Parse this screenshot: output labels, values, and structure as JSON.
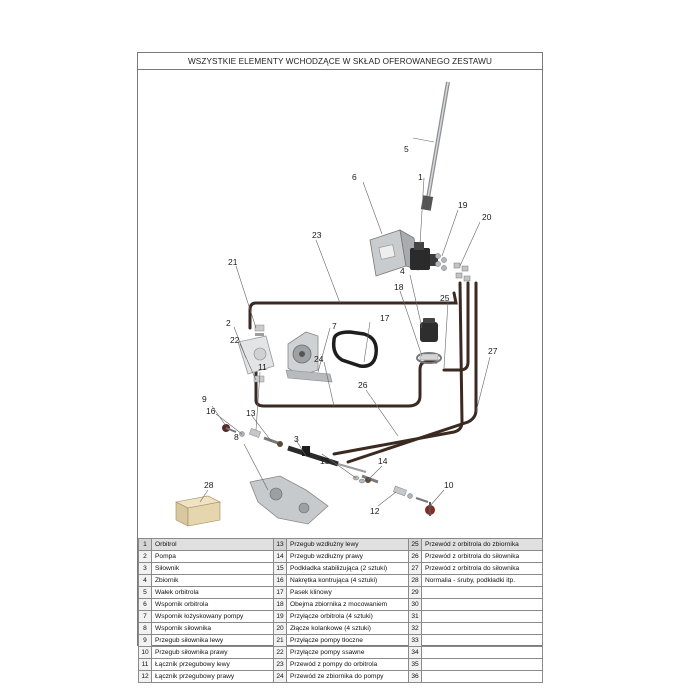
{
  "header": {
    "title": "WSZYSTKIE ELEMENTY WCHODZĄCE W SKŁAD OFEROWANEGO ZESTAWU"
  },
  "callouts": [
    "1",
    "2",
    "3",
    "4",
    "5",
    "6",
    "7",
    "8",
    "9",
    "10",
    "11",
    "12",
    "13",
    "14",
    "15",
    "16",
    "17",
    "18",
    "19",
    "20",
    "21",
    "22",
    "23",
    "24",
    "25",
    "26",
    "27",
    "28"
  ],
  "parts": [
    [
      {
        "n": "1",
        "name": "Orbitrol"
      },
      {
        "n": "13",
        "name": "Przegub wzdłużny lewy"
      },
      {
        "n": "25",
        "name": "Przewód z orbitrola do zbiornika"
      }
    ],
    [
      {
        "n": "2",
        "name": "Pompa"
      },
      {
        "n": "14",
        "name": "Przegub wzdłużny prawy"
      },
      {
        "n": "26",
        "name": "Przewód z orbitrola do siłownika"
      }
    ],
    [
      {
        "n": "3",
        "name": "Siłownik"
      },
      {
        "n": "15",
        "name": "Podkładka stabilizująca (2 sztuki)"
      },
      {
        "n": "27",
        "name": "Przewód z orbitrola do siłownika"
      }
    ],
    [
      {
        "n": "4",
        "name": "Zbiornik"
      },
      {
        "n": "16",
        "name": "Nakrętka kontrująca (4 sztuki)"
      },
      {
        "n": "28",
        "name": "Normalia - śruby, podkładki itp."
      }
    ],
    [
      {
        "n": "5",
        "name": "Wałek orbitrola"
      },
      {
        "n": "17",
        "name": "Pasek klinowy"
      },
      {
        "n": "29",
        "name": ""
      }
    ],
    [
      {
        "n": "6",
        "name": "Wspornik orbitrola"
      },
      {
        "n": "18",
        "name": "Obejma zbiornika z mocowaniem"
      },
      {
        "n": "30",
        "name": ""
      }
    ],
    [
      {
        "n": "7",
        "name": "Wspornik łożyskowany pompy"
      },
      {
        "n": "19",
        "name": "Przyłącze orbitrola (4 sztuki)"
      },
      {
        "n": "31",
        "name": ""
      }
    ],
    [
      {
        "n": "8",
        "name": "Wspornik siłownika"
      },
      {
        "n": "20",
        "name": "Złącze kolankowe (4 sztuki)"
      },
      {
        "n": "32",
        "name": ""
      }
    ],
    [
      {
        "n": "9",
        "name": "Przegub siłownika lewy"
      },
      {
        "n": "21",
        "name": "Przyłącze pompy tłoczne"
      },
      {
        "n": "33",
        "name": ""
      }
    ],
    [
      {
        "n": "10",
        "name": "Przegub siłownika prawy"
      },
      {
        "n": "22",
        "name": "Przyłącze pompy ssawne"
      },
      {
        "n": "34",
        "name": ""
      }
    ],
    [
      {
        "n": "11",
        "name": "Łącznik przegubowy lewy"
      },
      {
        "n": "23",
        "name": "Przewód z pompy do orbitrola"
      },
      {
        "n": "35",
        "name": ""
      }
    ],
    [
      {
        "n": "12",
        "name": "Łącznik przegubowy prawy"
      },
      {
        "n": "24",
        "name": "Przewód ze zbiornika do pompy"
      },
      {
        "n": "36",
        "name": ""
      }
    ]
  ],
  "colors": {
    "border": "#7a7a7a",
    "hose": "#3a2a22",
    "metal": "#b9bcbf",
    "dark_part": "#2b2b2b",
    "box": "#d9c7a0"
  }
}
